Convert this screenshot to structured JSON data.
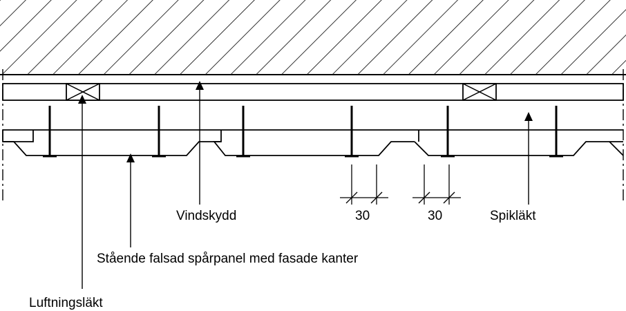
{
  "labels": {
    "vindskydd": "Vindskydd",
    "spiklakt": "Spikläkt",
    "panel": "Stående falsad spårpanel med fasade kanter",
    "luftningslakt": "Luftningsläkt"
  },
  "dimensions": [
    "30",
    "30"
  ],
  "colors": {
    "line": "#000000",
    "background": "#ffffff"
  }
}
